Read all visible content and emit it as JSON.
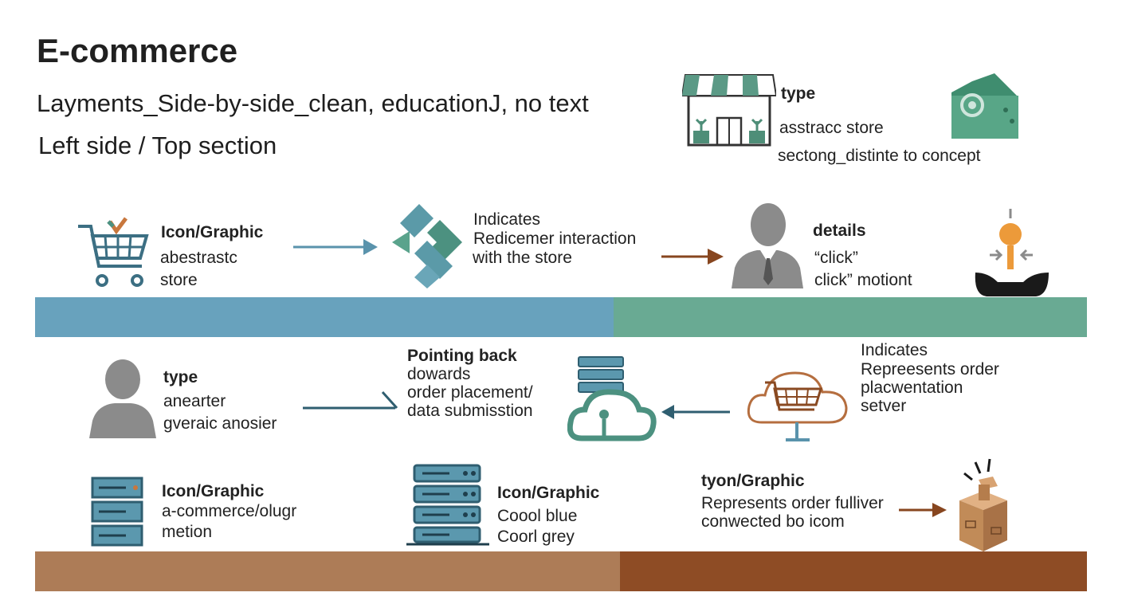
{
  "header": {
    "title": "E-commerce",
    "subtitle": "Layments_Side-by-side_clean, educationJ, no text",
    "section": "Left side / Top section"
  },
  "store_block": {
    "heading": "type",
    "line1": "asstracc store",
    "line2": "sectong_distinte to concept"
  },
  "row1": {
    "cart": {
      "heading": "Icon/Graphic",
      "line1": "abestrastc",
      "line2": "store"
    },
    "interaction": {
      "line1": "Indicates",
      "line2": "Redicemer interaction",
      "line3": "with the store"
    },
    "user": {
      "heading": "details",
      "line1": "“click”",
      "line2": "click” motiont"
    }
  },
  "row2": {
    "person": {
      "heading": "type",
      "line1": "anearter",
      "line2": "gveraic anosier"
    },
    "cloud": {
      "heading": "Pointing back",
      "line1": "dowards",
      "line2": "order placement/",
      "line3": "data submisstion"
    },
    "server": {
      "line1": "Indicates",
      "line2": "Repreesents order",
      "line3": "placwentation",
      "line4": "setver"
    }
  },
  "row3": {
    "left": {
      "heading": "Icon/Graphic",
      "line1": "a-commerce/olugr",
      "line2": "metion"
    },
    "mid": {
      "heading": "Icon/Graphic",
      "line1": "Coool blue",
      "line2": "Coorl grey"
    },
    "right": {
      "heading": "tyon/Graphic",
      "line1": "Represents order fulliver",
      "line2": "conwected bo icom"
    }
  },
  "colors": {
    "band1_left": "#68a2bd",
    "band1_right": "#69aa93",
    "band2_left": "#ad7c57",
    "band2_right": "#8e4c25",
    "teal": "#4c9180",
    "blue": "#5a93ac",
    "brown": "#87461f",
    "grey": "#8b8b8b"
  }
}
